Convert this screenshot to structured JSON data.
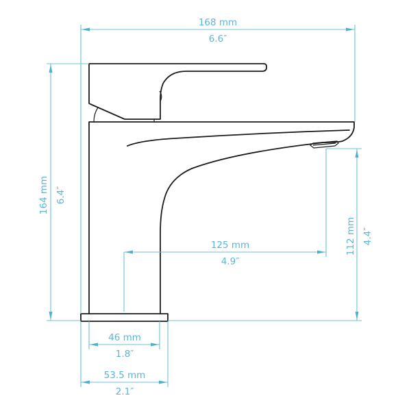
{
  "title": "Faucet technical dimension drawing (side view)",
  "colors": {
    "dimension": "#5ab6d2",
    "outline": "#1a1a1a",
    "background": "#ffffff"
  },
  "dimensions": {
    "overall_length": {
      "metric": "168 mm",
      "imperial": "6.6″"
    },
    "overall_height": {
      "metric": "164 mm",
      "imperial": "6.4″"
    },
    "spout_reach": {
      "metric": "125 mm",
      "imperial": "4.9″"
    },
    "spout_height": {
      "metric": "112 mm",
      "imperial": "4.4″"
    },
    "body_width": {
      "metric": "46 mm",
      "imperial": "1.8″"
    },
    "base_width": {
      "metric": "53.5 mm",
      "imperial": "2.1″"
    }
  }
}
